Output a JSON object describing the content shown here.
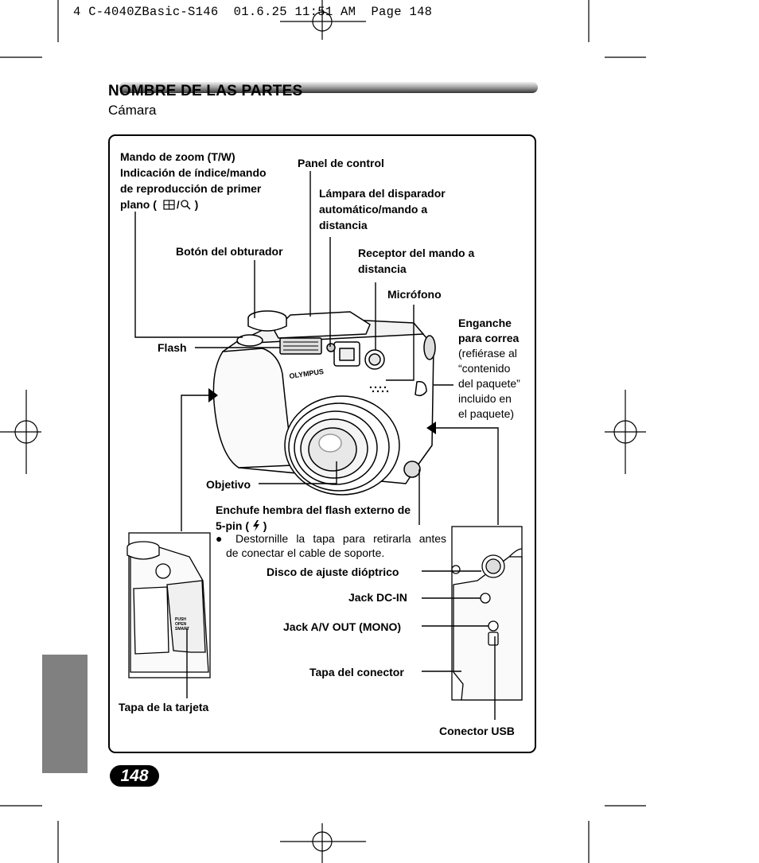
{
  "print_header": "4 C-4040ZBasic-S146  01.6.25 11:51 AM  Page 148",
  "section": {
    "title": "NOMBRE DE LAS PARTES",
    "subtitle": "Cámara"
  },
  "labels": {
    "zoom_lever": [
      "Mando de zoom (T/W)",
      "Indicación de índice/mando",
      "de reproducción de primer",
      "plano ("
    ],
    "zoom_close": " )",
    "control_panel": "Panel de control",
    "self_timer_lamp": [
      "Lámpara del disparador",
      "automático/mando a",
      "distancia"
    ],
    "shutter_button": "Botón del obturador",
    "remote_receiver": [
      "Receptor del mando a",
      "distancia"
    ],
    "microphone": "Micrófono",
    "strap_eyelet_title": [
      "Enganche",
      "para correa"
    ],
    "strap_eyelet_note": [
      "(refiérase al",
      "“contenido",
      "del paquete”",
      "incluido en",
      "el paquete)"
    ],
    "flash": "Flash",
    "lens": "Objetivo",
    "ext_flash_socket": [
      "Enchufe hembra del flash externo de",
      "5-pin ("
    ],
    "ext_flash_close": " )",
    "ext_flash_note": [
      "Destornille la tapa para retirarla antes",
      "de conectar el cable de soporte."
    ],
    "diopter_dial": "Disco de ajuste dióptrico",
    "dc_in_jack": "Jack DC-IN",
    "av_out_jack": "Jack A/V OUT (MONO)",
    "connector_cover": "Tapa del conector",
    "card_cover": "Tapa de la tarjeta",
    "usb_connector": "Conector USB"
  },
  "camera_brand_text": "OLYMPUS",
  "card_cover_print": [
    "PUSH",
    "OPEN",
    "SMART"
  ],
  "page_number": "148",
  "icons": [
    "index-display-icon",
    "magnifier-icon",
    "flash-bolt-icon",
    "bullet-icon"
  ],
  "colors": {
    "side_tab": "#808080",
    "title_bar_dark": "#333333",
    "title_bar_light": "#e0e0e0"
  }
}
